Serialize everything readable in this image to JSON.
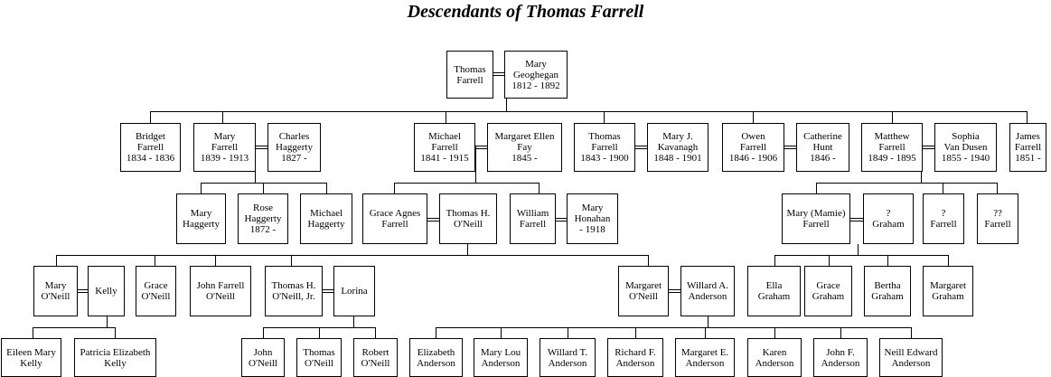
{
  "title": "Descendants of Thomas Farrell",
  "people": {
    "thomas_farrell": "Thomas\nFarrell",
    "mary_geoghegan": "Mary\nGeoghegan\n1812 - 1892",
    "bridget_farrell": "Bridget\nFarrell\n1834 - 1836",
    "mary_farrell": "Mary\nFarrell\n1839 - 1913",
    "charles_haggerty": "Charles\nHaggerty\n1827 -",
    "michael_farrell": "Michael\nFarrell\n1841 - 1915",
    "margaret_ellen_fay": "Margaret Ellen\nFay\n1845 -",
    "thomas_farrell_1843": "Thomas\nFarrell\n1843 - 1900",
    "mary_j_kavanagh": "Mary J.\nKavanagh\n1848 - 1901",
    "owen_farrell": "Owen\nFarrell\n1846 - 1906",
    "catherine_hunt": "Catherine\nHunt\n1846 -",
    "matthew_farrell": "Matthew\nFarrell\n1849 - 1895",
    "sophia_van_dusen": "Sophia\nVan Dusen\n1855 - 1940",
    "james_farrell": "James\nFarrell\n1851 -",
    "mary_haggerty": "Mary\nHaggerty",
    "rose_haggerty": "Rose\nHaggerty\n1872 -",
    "michael_haggerty": "Michael\nHaggerty",
    "grace_agnes_farrell": "Grace Agnes\nFarrell",
    "thomas_h_oneill": "Thomas H.\nO'Neill",
    "william_farrell": "William\nFarrell",
    "mary_honahan": "Mary\nHonahan\n- 1918",
    "mary_mamie_farrell": "Mary (Mamie)\nFarrell",
    "q_graham": "?\nGraham",
    "q_farrell": "?\nFarrell",
    "qq_farrell": "??\nFarrell",
    "mary_oneill": "Mary\nO'Neill",
    "kelly": "Kelly",
    "grace_oneill": "Grace\nO'Neill",
    "john_farrell_oneill": "John Farrell\nO'Neill",
    "thomas_h_oneill_jr": "Thomas H.\nO'Neill, Jr.",
    "lorina": "Lorina",
    "margaret_oneill": "Margaret\nO'Neill",
    "willard_a_anderson": "Willard A.\nAnderson",
    "ella_graham": "Ella\nGraham",
    "grace_graham": "Grace\nGraham",
    "bertha_graham": "Bertha\nGraham",
    "margaret_graham": "Margaret\nGraham",
    "eileen_mary_kelly": "Eileen Mary\nKelly",
    "patricia_elizabeth_kelly": "Patricia Elizabeth\nKelly",
    "john_oneill": "John\nO'Neill",
    "thomas_oneill": "Thomas\nO'Neill",
    "robert_oneill": "Robert\nO'Neill",
    "elizabeth_anderson": "Elizabeth\nAnderson",
    "mary_lou_anderson": "Mary Lou\nAnderson",
    "willard_t_anderson": "Willard T.\nAnderson",
    "richard_f_anderson": "Richard F.\nAnderson",
    "margaret_e_anderson": "Margaret E.\nAnderson",
    "karen_anderson": "Karen\nAnderson",
    "john_f_anderson": "John F.\nAnderson",
    "neill_edward_anderson": "Neill Edward\nAnderson"
  }
}
